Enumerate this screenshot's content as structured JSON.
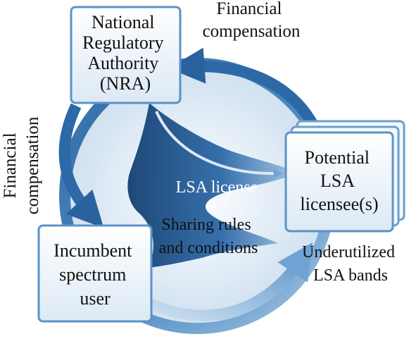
{
  "nodes": {
    "nra": {
      "lines": [
        "National",
        "Regulatory",
        "Authority",
        "(NRA)"
      ]
    },
    "licensee": {
      "lines": [
        "Potential",
        "LSA",
        "licensee(s)"
      ]
    },
    "incumbent": {
      "lines": [
        "Incumbent",
        "spectrum",
        "user"
      ]
    }
  },
  "labels": {
    "top_compensation": [
      "Financial",
      "compensation"
    ],
    "left_compensation": [
      "Financial",
      "compensation"
    ],
    "lsa_license": "LSA license",
    "sharing_rules": [
      "Sharing rules",
      "and conditions"
    ],
    "underutilized": [
      "Underutilized",
      "LSA bands"
    ]
  },
  "colors": {
    "ring": "#2f6fa8",
    "ring_light": "#c9dcee",
    "dark_blue": "#1b4f86",
    "box_border": "#6a9cc8",
    "box_fill": "#eef4fa"
  }
}
